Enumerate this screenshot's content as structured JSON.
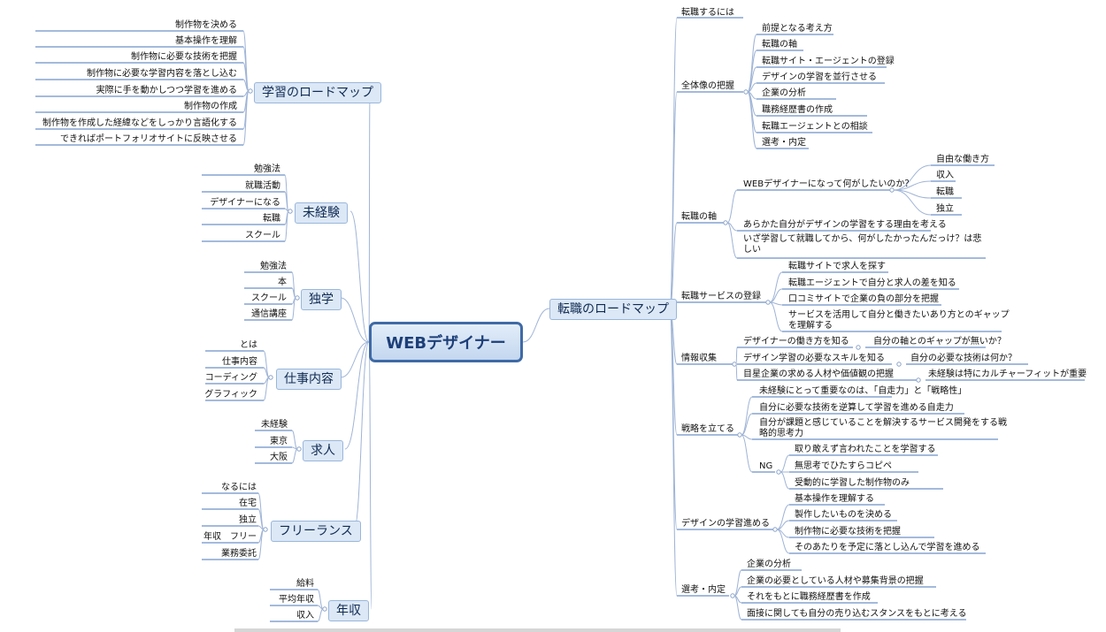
{
  "central": "WEBデザイナー",
  "left_branches": [
    {
      "label": "学習のロードマップ",
      "children": [
        "制作物を決める",
        "基本操作を理解",
        "制作物に必要な技術を把握",
        "制作物に必要な学習内容を落とし込む",
        "実際に手を動かしつつ学習を進める",
        "制作物の作成",
        "制作物を作成した経緯などをしっかり言語化する",
        "できればポートフォリオサイトに反映させる"
      ]
    },
    {
      "label": "未経験",
      "children": [
        "勉強法",
        "就職活動",
        "デザイナーになる",
        "転職",
        "スクール"
      ]
    },
    {
      "label": "独学",
      "children": [
        "勉強法",
        "本",
        "スクール",
        "通信講座"
      ]
    },
    {
      "label": "仕事内容",
      "children": [
        "とは",
        "仕事内容",
        "コーディング",
        "グラフィック"
      ]
    },
    {
      "label": "求人",
      "children": [
        "未経験",
        "東京",
        "大阪"
      ]
    },
    {
      "label": "フリーランス",
      "children": [
        "なるには",
        "在宅",
        "独立",
        "年収　フリー",
        "業務委託"
      ]
    },
    {
      "label": "年収",
      "children": [
        "給料",
        "平均年収",
        "収入"
      ]
    }
  ],
  "right_root": "転職のロードマップ",
  "right_branches": [
    {
      "label": "転職するには",
      "children": []
    },
    {
      "label": "全体像の把握",
      "children": [
        {
          "label": "前提となる考え方"
        },
        {
          "label": "転職の軸"
        },
        {
          "label": "転職サイト・エージェントの登録"
        },
        {
          "label": "デザインの学習を並行させる"
        },
        {
          "label": "企業の分析"
        },
        {
          "label": "職務経歴書の作成"
        },
        {
          "label": "転職エージェントとの相談"
        },
        {
          "label": "選考・内定"
        }
      ]
    },
    {
      "label": "転職の軸",
      "children": [
        {
          "label": "WEBデザイナーになって何がしたいのか？",
          "children": [
            "自由な働き方",
            "収入",
            "転職",
            "独立"
          ]
        },
        {
          "label": "あらかた自分がデザインの学習をする理由を考える"
        },
        {
          "label": "いざ学習して就職してから、何がしたかったんだっけ？は悲しい"
        }
      ]
    },
    {
      "label": "転職サービスの登録",
      "children": [
        {
          "label": "転職サイトで求人を探す"
        },
        {
          "label": "転職エージェントで自分と求人の差を知る"
        },
        {
          "label": "口コミサイトで企業の負の部分を把握"
        },
        {
          "label": "サービスを活用して自分と働きたいあり方とのギャップを理解する"
        }
      ]
    },
    {
      "label": "情報収集",
      "children": [
        {
          "label": "デザイナーの働き方を知る",
          "children": [
            "自分の軸とのギャップが無いか？"
          ]
        },
        {
          "label": "デザイン学習の必要なスキルを知る",
          "children": [
            "自分の必要な技術は何か？"
          ]
        },
        {
          "label": "目星企業の求める人材や価値観の把握",
          "children": [
            "未経験は特にカルチャーフィットが重要"
          ]
        }
      ]
    },
    {
      "label": "戦略を立てる",
      "children": [
        {
          "label": "未経験にとって重要なのは、「自走力」と「戦略性」"
        },
        {
          "label": "自分に必要な技術を逆算して学習を進める自走力"
        },
        {
          "label": "自分が課題と感じていることを解決するサービス開発をする戦略的思考力"
        },
        {
          "label": "NG",
          "children": [
            "取り敢えず言われたことを学習する",
            "無思考でひたすらコピペ",
            "受動的に学習した制作物のみ"
          ]
        }
      ]
    },
    {
      "label": "デザインの学習進める",
      "children": [
        {
          "label": "基本操作を理解する"
        },
        {
          "label": "製作したいものを決める"
        },
        {
          "label": "制作物に必要な技術を把握"
        },
        {
          "label": "そのあたりを予定に落とし込んで学習を進める"
        }
      ]
    },
    {
      "label": "選考・内定",
      "children": [
        {
          "label": "企業の分析"
        },
        {
          "label": "企業の必要としている人材や募集背景の把握"
        },
        {
          "label": "それをもとに職務経歴書を作成"
        },
        {
          "label": "面接に関しても自分の売り込むスタンスをもとに考える"
        }
      ]
    }
  ],
  "colors": {
    "line": "#9fb4d6",
    "underline": "#4a74b8",
    "central_border": "#3f6aa6",
    "branch_bg": "#dce8f6"
  }
}
